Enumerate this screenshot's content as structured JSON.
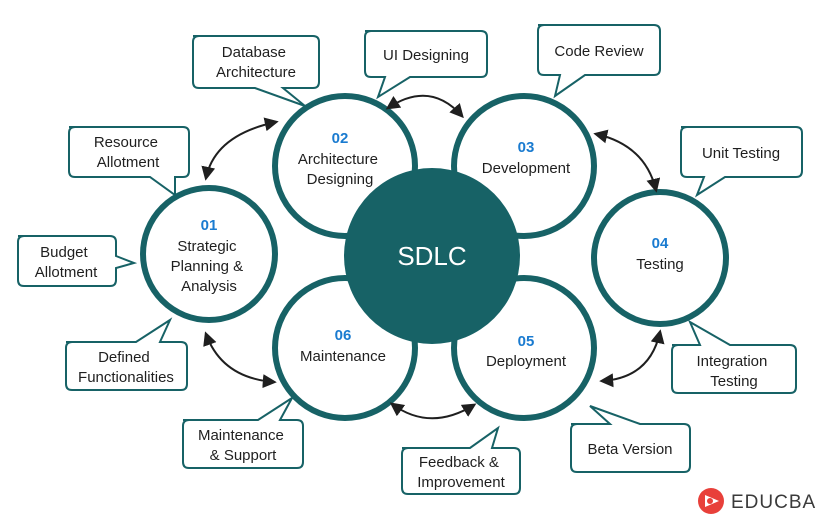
{
  "center_label": "SDLC",
  "colors": {
    "teal": "#176266",
    "number_blue": "#1a7bd0",
    "brand_red": "#e8403a",
    "text": "#1f1f1f"
  },
  "stages": [
    {
      "number": "01",
      "lines": [
        "Strategic",
        "Planning &",
        "Analysis"
      ]
    },
    {
      "number": "02",
      "lines": [
        "Architecture",
        "Designing"
      ]
    },
    {
      "number": "03",
      "lines": [
        "Development"
      ]
    },
    {
      "number": "04",
      "lines": [
        "Testing"
      ]
    },
    {
      "number": "05",
      "lines": [
        "Deployment"
      ]
    },
    {
      "number": "06",
      "lines": [
        "Maintenance"
      ]
    }
  ],
  "callouts": {
    "database_architecture": [
      "Database",
      "Architecture"
    ],
    "ui_designing": [
      "UI Designing"
    ],
    "code_review": [
      "Code Review"
    ],
    "resource_allotment": [
      "Resource",
      "Allotment"
    ],
    "unit_testing": [
      "Unit Testing"
    ],
    "budget_allotment": [
      "Budget",
      "Allotment"
    ],
    "defined_functionalities": [
      "Defined",
      "Functionalities"
    ],
    "integration_testing": [
      "Integration",
      "Testing"
    ],
    "maintenance_support": [
      "Maintenance",
      "& Support"
    ],
    "feedback_improvement": [
      "Feedback &",
      "Improvement"
    ],
    "beta_version": [
      "Beta Version"
    ]
  },
  "logo": {
    "text": "EDUCBA",
    "icon": "educba-logo-icon"
  }
}
